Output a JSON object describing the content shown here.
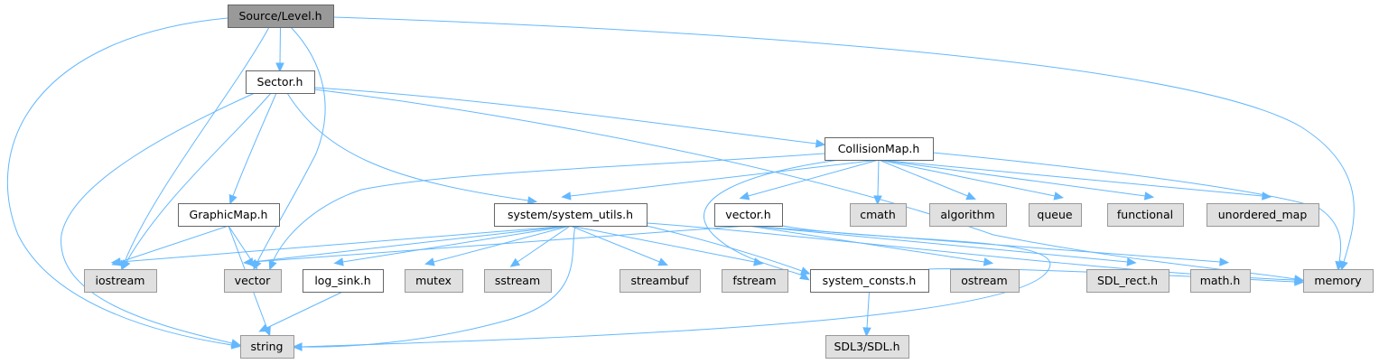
{
  "diagram": {
    "title": "Include dependency graph for Source/Level.h",
    "colors": {
      "edge": "#63b8ff",
      "root_fill": "#999999",
      "internal_fill": "#ffffff",
      "external_fill": "#e0e0e0"
    },
    "nodes": [
      {
        "id": "level",
        "label": "Source/Level.h",
        "kind": "root"
      },
      {
        "id": "sector",
        "label": "Sector.h",
        "kind": "internal"
      },
      {
        "id": "collisionmap",
        "label": "CollisionMap.h",
        "kind": "internal"
      },
      {
        "id": "graphicmap",
        "label": "GraphicMap.h",
        "kind": "internal"
      },
      {
        "id": "sysutils",
        "label": "system/system_utils.h",
        "kind": "internal"
      },
      {
        "id": "vectorh",
        "label": "vector.h",
        "kind": "internal"
      },
      {
        "id": "cmath",
        "label": "cmath",
        "kind": "external"
      },
      {
        "id": "algorithm",
        "label": "algorithm",
        "kind": "external"
      },
      {
        "id": "queue",
        "label": "queue",
        "kind": "external"
      },
      {
        "id": "functional",
        "label": "functional",
        "kind": "external"
      },
      {
        "id": "unordered_map",
        "label": "unordered_map",
        "kind": "external"
      },
      {
        "id": "iostream",
        "label": "iostream",
        "kind": "external"
      },
      {
        "id": "vector",
        "label": "vector",
        "kind": "external"
      },
      {
        "id": "logsink",
        "label": "log_sink.h",
        "kind": "internal"
      },
      {
        "id": "mutex",
        "label": "mutex",
        "kind": "external"
      },
      {
        "id": "sstream",
        "label": "sstream",
        "kind": "external"
      },
      {
        "id": "streambuf",
        "label": "streambuf",
        "kind": "external"
      },
      {
        "id": "fstream",
        "label": "fstream",
        "kind": "external"
      },
      {
        "id": "sysconsts",
        "label": "system_consts.h",
        "kind": "internal"
      },
      {
        "id": "ostream",
        "label": "ostream",
        "kind": "external"
      },
      {
        "id": "sdlrect",
        "label": "SDL_rect.h",
        "kind": "external"
      },
      {
        "id": "mathh",
        "label": "math.h",
        "kind": "external"
      },
      {
        "id": "memory",
        "label": "memory",
        "kind": "external"
      },
      {
        "id": "string",
        "label": "string",
        "kind": "external"
      },
      {
        "id": "sdl",
        "label": "SDL3/SDL.h",
        "kind": "external"
      }
    ],
    "edges": [
      {
        "from": "level",
        "to": "sector"
      },
      {
        "from": "level",
        "to": "iostream"
      },
      {
        "from": "level",
        "to": "vector"
      },
      {
        "from": "level",
        "to": "memory"
      },
      {
        "from": "level",
        "to": "string"
      },
      {
        "from": "sector",
        "to": "collisionmap"
      },
      {
        "from": "sector",
        "to": "graphicmap"
      },
      {
        "from": "sector",
        "to": "sysutils"
      },
      {
        "from": "sector",
        "to": "iostream"
      },
      {
        "from": "sector",
        "to": "string"
      },
      {
        "from": "sector",
        "to": "memory"
      },
      {
        "from": "collisionmap",
        "to": "sysutils"
      },
      {
        "from": "collisionmap",
        "to": "vectorh"
      },
      {
        "from": "collisionmap",
        "to": "cmath"
      },
      {
        "from": "collisionmap",
        "to": "algorithm"
      },
      {
        "from": "collisionmap",
        "to": "queue"
      },
      {
        "from": "collisionmap",
        "to": "functional"
      },
      {
        "from": "collisionmap",
        "to": "unordered_map"
      },
      {
        "from": "collisionmap",
        "to": "memory"
      },
      {
        "from": "collisionmap",
        "to": "vector"
      },
      {
        "from": "collisionmap",
        "to": "sysconsts"
      },
      {
        "from": "graphicmap",
        "to": "iostream"
      },
      {
        "from": "graphicmap",
        "to": "vector"
      },
      {
        "from": "graphicmap",
        "to": "string"
      },
      {
        "from": "sysutils",
        "to": "iostream"
      },
      {
        "from": "sysutils",
        "to": "vector"
      },
      {
        "from": "sysutils",
        "to": "logsink"
      },
      {
        "from": "sysutils",
        "to": "mutex"
      },
      {
        "from": "sysutils",
        "to": "sstream"
      },
      {
        "from": "sysutils",
        "to": "streambuf"
      },
      {
        "from": "sysutils",
        "to": "fstream"
      },
      {
        "from": "sysutils",
        "to": "sysconsts"
      },
      {
        "from": "sysutils",
        "to": "string"
      },
      {
        "from": "sysutils",
        "to": "memory"
      },
      {
        "from": "vectorh",
        "to": "ostream"
      },
      {
        "from": "vectorh",
        "to": "sdlrect"
      },
      {
        "from": "vectorh",
        "to": "mathh"
      },
      {
        "from": "vectorh",
        "to": "string"
      },
      {
        "from": "vectorh",
        "to": "vector"
      },
      {
        "from": "logsink",
        "to": "string"
      },
      {
        "from": "sysconsts",
        "to": "sdl"
      },
      {
        "from": "sysconsts",
        "to": "memory"
      }
    ]
  }
}
